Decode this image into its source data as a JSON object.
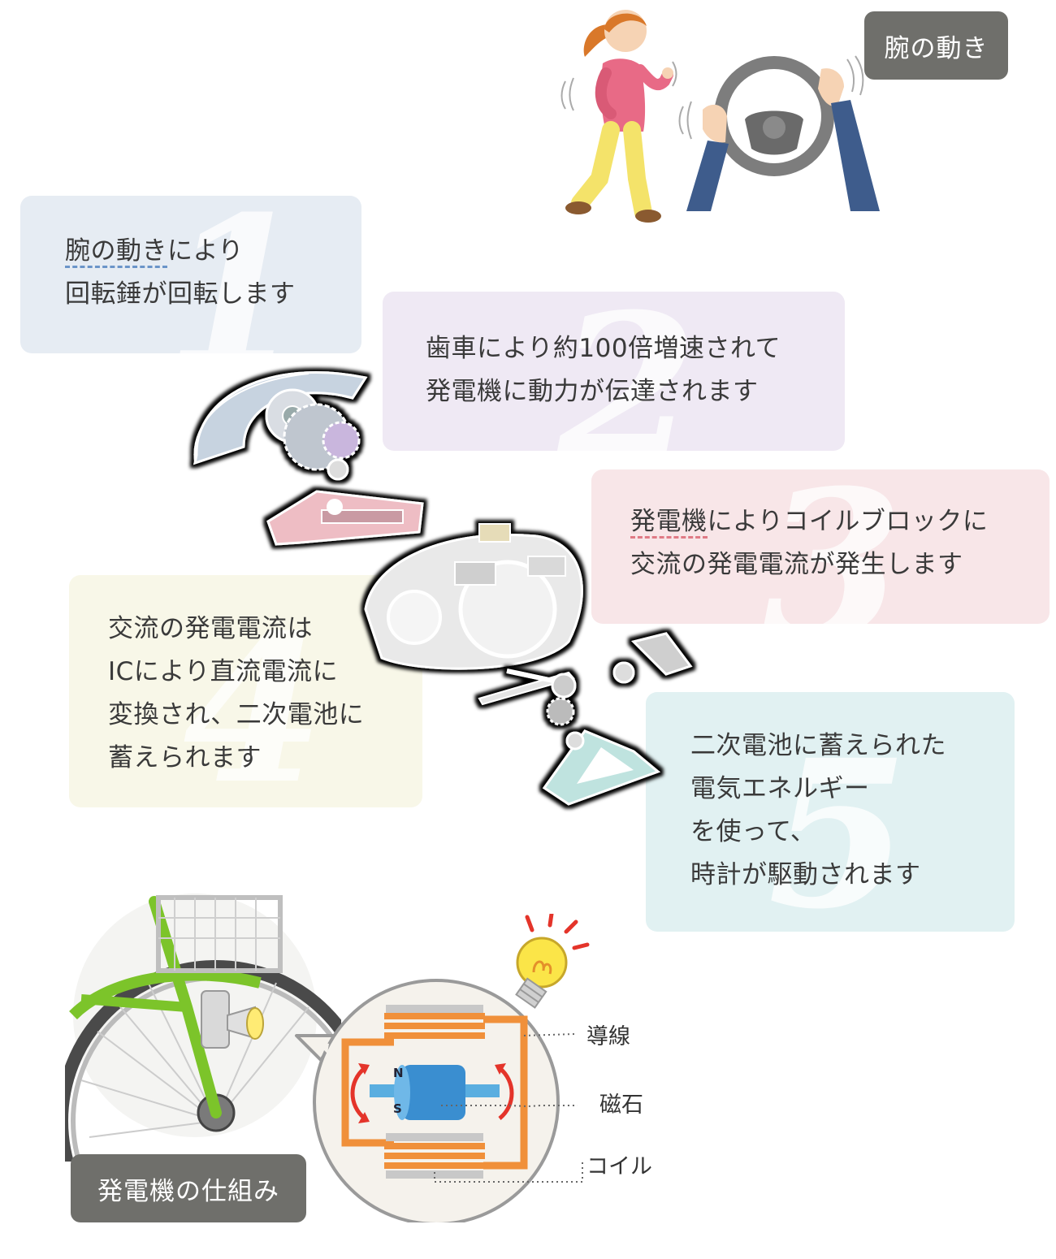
{
  "arm_tag": "腕の動き",
  "steps": [
    {
      "num": "1",
      "line1_pre": "",
      "line1_ul": "腕の動き",
      "line1_post": "により",
      "lines": [
        "回転錘が回転します"
      ],
      "bg": "#e6ecf3"
    },
    {
      "num": "2",
      "lines": [
        "歯車により約100倍増速されて",
        "発電機に動力が伝達されます"
      ],
      "bg": "#efe9f4"
    },
    {
      "num": "3",
      "line1_ul": "発電機",
      "line1_post": "によりコイルブロックに",
      "lines": [
        "交流の発電電流が発生します"
      ],
      "bg": "#f8e6e8"
    },
    {
      "num": "4",
      "lines": [
        "交流の発電電流は",
        "ICにより直流電流に",
        "変換され、二次電池に",
        "蓄えられます"
      ],
      "bg": "#f8f7e8"
    },
    {
      "num": "5",
      "lines": [
        "二次電池に蓄えられた",
        "電気エネルギー",
        "を使って、",
        "時計が駆動されます"
      ],
      "bg": "#e1f1f2"
    }
  ],
  "generator": {
    "tag": "発電機の仕組み",
    "labels": {
      "wire": "導線",
      "magnet": "磁石",
      "coil": "コイル"
    },
    "magnet_n": "N",
    "magnet_s": "S"
  },
  "colors": {
    "tag_bg": "#6f6f6b",
    "coil_orange": "#f0903a",
    "magnet_blue": "#3a8ed0",
    "bike_green": "#7cc42a"
  }
}
